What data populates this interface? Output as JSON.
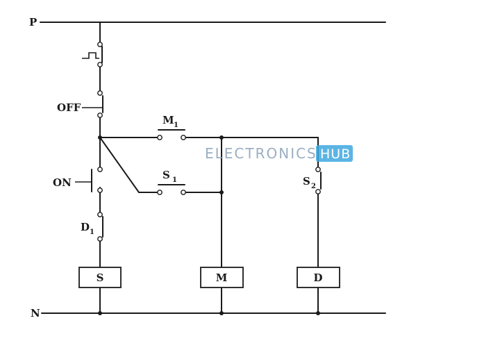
{
  "rails": {
    "top": "P",
    "bottom": "N"
  },
  "switches": {
    "timer": "timer-contact",
    "off": "OFF",
    "on": "ON",
    "d1": {
      "main": "D",
      "sub": "1"
    },
    "m1": {
      "main": "M",
      "sub": "1"
    },
    "s1": {
      "main": "S",
      "sub": "1"
    },
    "s2": {
      "main": "S",
      "sub": "2"
    }
  },
  "coils": {
    "s": "S",
    "m": "M",
    "d": "D"
  },
  "watermark": {
    "brand": "ELECTRONICS",
    "badge": "HUB"
  },
  "colors": {
    "ink": "#1a1a1a",
    "watermark": "#8aa1b8",
    "badge": "#3fa9e0"
  }
}
